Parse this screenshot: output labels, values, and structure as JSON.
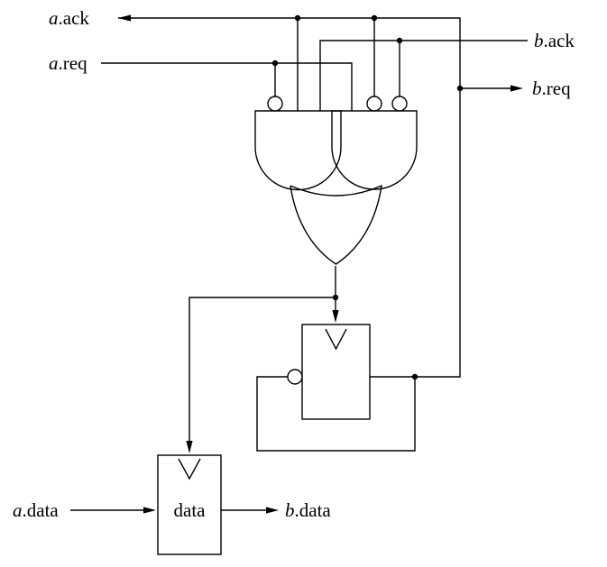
{
  "labels": {
    "a_ack": {
      "var": "a",
      "suffix": ".ack"
    },
    "a_req": {
      "var": "a",
      "suffix": ".req"
    },
    "b_ack": {
      "var": "b",
      "suffix": ".ack"
    },
    "b_req": {
      "var": "b",
      "suffix": ".req"
    },
    "a_data": {
      "var": "a",
      "suffix": ".data"
    },
    "b_data": {
      "var": "b",
      "suffix": ".data"
    },
    "data_latch": "data"
  },
  "colors": {
    "stroke": "#000000",
    "background": "#ffffff"
  },
  "components": {
    "gates": [
      "and-gate-left",
      "and-gate-right",
      "or-gate"
    ],
    "latches": [
      "control-latch",
      "data-latch"
    ],
    "inverter_bubbles": 4,
    "junction_dots": 7
  }
}
